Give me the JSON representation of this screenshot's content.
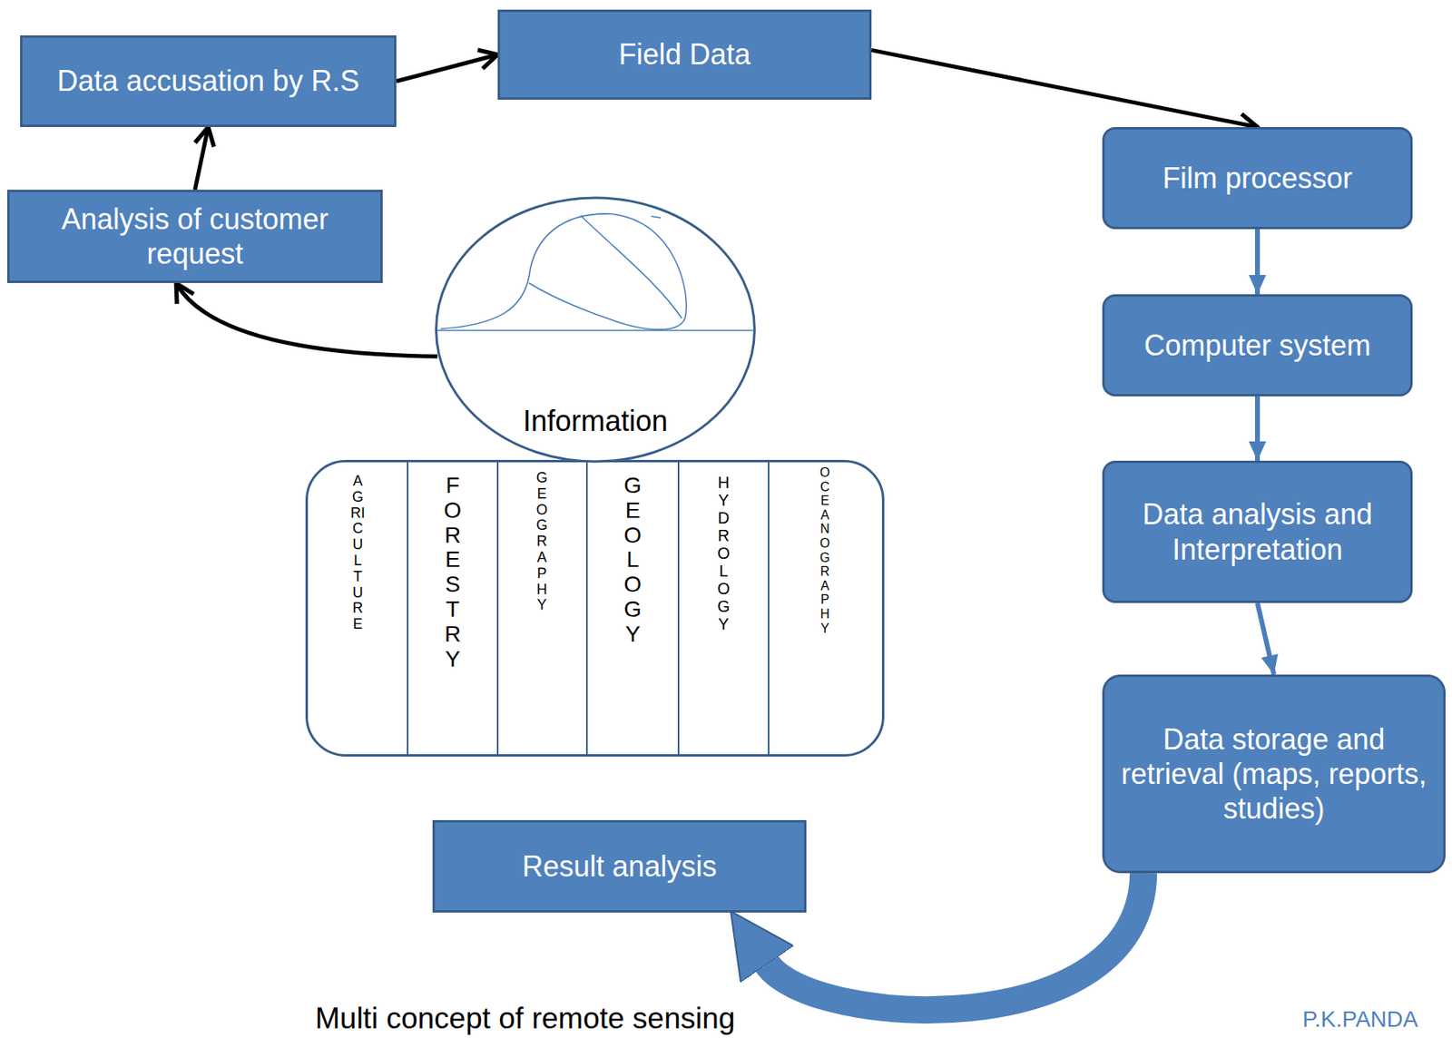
{
  "diagram": {
    "caption": "Multi concept of  remote sensing",
    "nodes": [
      {
        "text": [
          "Data accusation by R.S"
        ]
      },
      {
        "text": [
          "Field Data"
        ]
      },
      {
        "text": [
          "Analysis  of customer request"
        ]
      },
      {
        "text": [
          "Information"
        ]
      },
      {
        "text": [
          "Film processor"
        ]
      },
      {
        "text": [
          "Computer system"
        ]
      },
      {
        "text": [
          "Data analysis and Interpretation"
        ]
      },
      {
        "text": [
          "Data storage and retrieval (maps, reports, studies)"
        ]
      },
      {
        "text": [
          "Result analysis"
        ]
      }
    ],
    "edges": [
      {
        "from": 2,
        "to": 0,
        "arrow": "to"
      },
      {
        "from": 0,
        "to": 1,
        "arrow": "to"
      },
      {
        "from": 1,
        "to": 4,
        "arrow": "to"
      },
      {
        "from": 4,
        "to": 5,
        "arrow": "to"
      },
      {
        "from": 5,
        "to": 6,
        "arrow": "to"
      },
      {
        "from": 6,
        "to": 7,
        "arrow": "to"
      },
      {
        "from": 7,
        "to": 8,
        "arrow": "to"
      },
      {
        "from": 3,
        "to": 2,
        "arrow": "to"
      }
    ],
    "labels": [
      "AGRICULTURE",
      "FORESTRY",
      "GEOGRAPHY",
      "GEOLOGY",
      "HYDROLOGY",
      "OCEANOGRAPHY",
      "P.K.PANDA"
    ]
  }
}
